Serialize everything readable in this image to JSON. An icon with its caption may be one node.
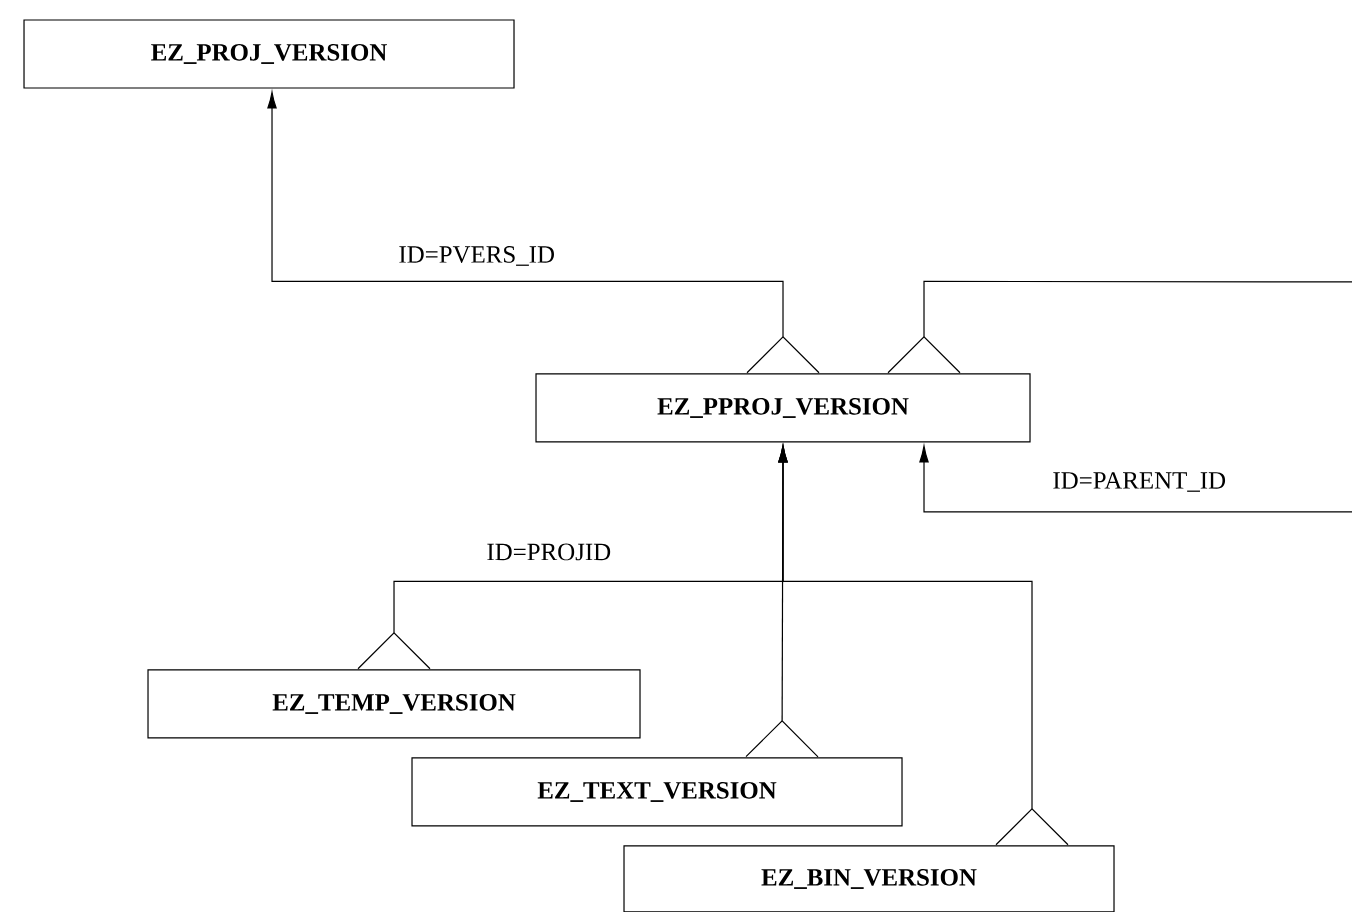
{
  "diagram": {
    "nodes": [
      {
        "text": [
          "EZ_PROJ_VERSION"
        ]
      },
      {
        "text": [
          "EZ_PPROJ_VERSION"
        ]
      },
      {
        "text": [
          "EZ_TEMP_VERSION"
        ]
      },
      {
        "text": [
          "EZ_TEXT_VERSION"
        ]
      },
      {
        "text": [
          "EZ_BIN_VERSION"
        ]
      }
    ],
    "edges": [
      {
        "from": 1,
        "to": 0,
        "arrow": "to",
        "label": "ID=PVERS_ID"
      },
      {
        "from": 1,
        "to": 1,
        "arrow": "to",
        "label": "ID=PARENT_ID"
      },
      {
        "from": 2,
        "to": 1,
        "arrow": "to",
        "label": "ID=PROJID"
      },
      {
        "from": 3,
        "to": 1,
        "arrow": "to"
      },
      {
        "from": 4,
        "to": 1,
        "arrow": "to"
      }
    ]
  }
}
